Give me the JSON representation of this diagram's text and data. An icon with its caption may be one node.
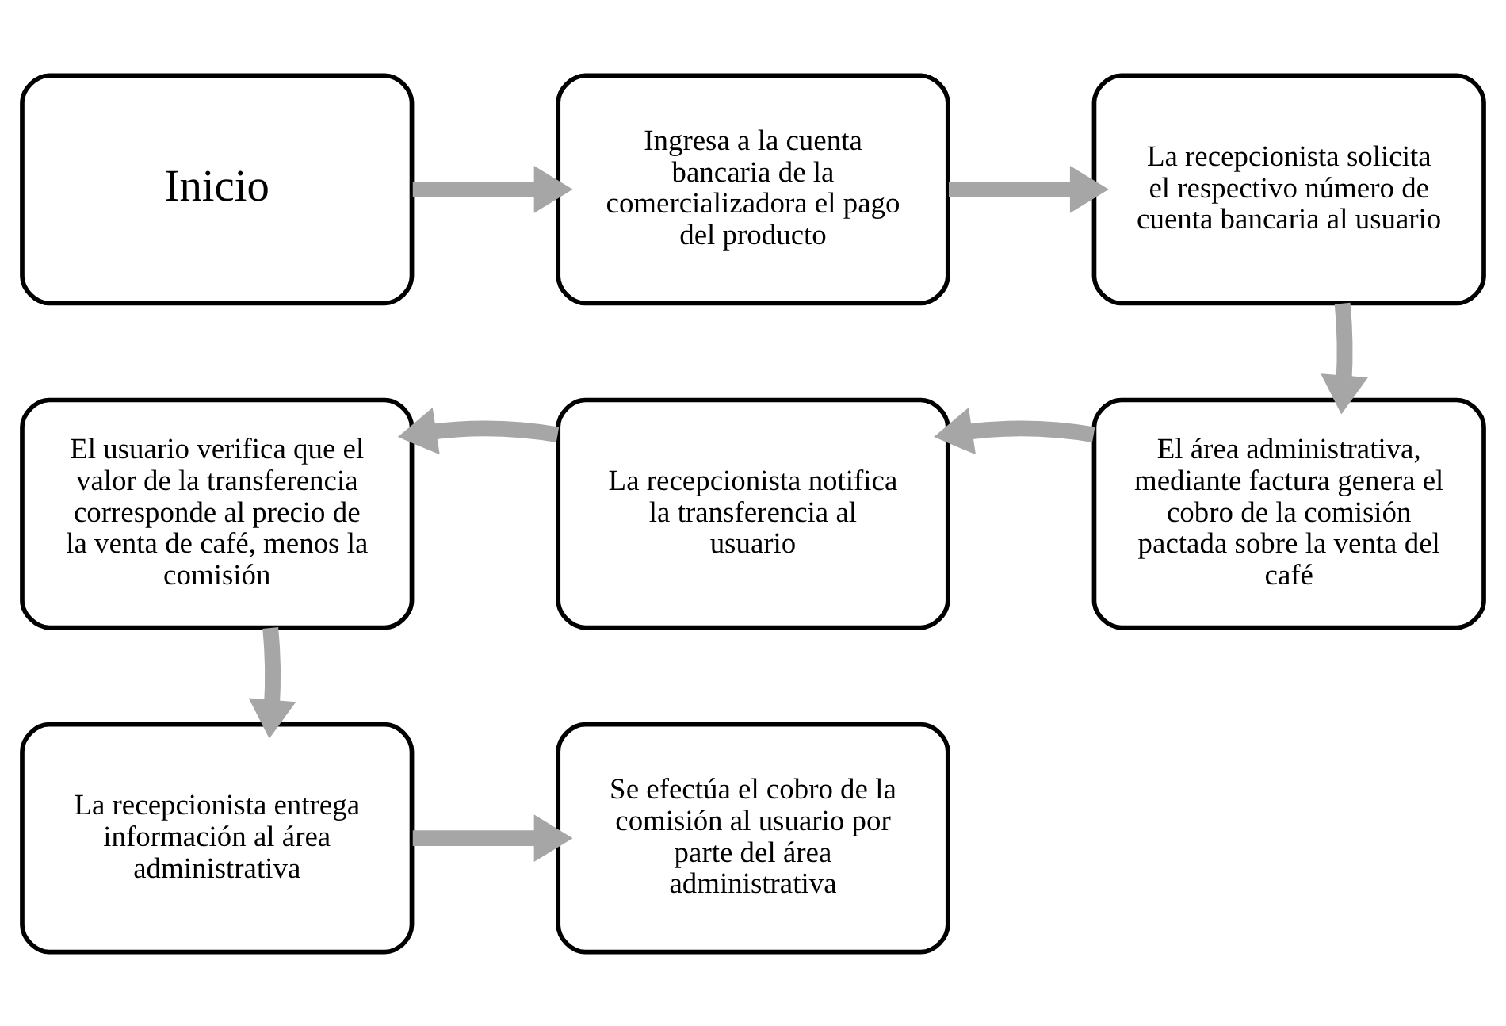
{
  "diagram": {
    "nodes": [
      {
        "text": [
          "Inicio"
        ]
      },
      {
        "text": [
          "Ingresa a la cuenta bancaria de la comercializadora el pago del producto"
        ]
      },
      {
        "text": [
          "La recepcionista solicita el respectivo número de cuenta bancaria al usuario"
        ]
      },
      {
        "text": [
          "El área administrativa, mediante factura genera el cobro de la comisión pactada sobre la venta del café"
        ]
      },
      {
        "text": [
          "La recepcionista notifica la transferencia al usuario"
        ]
      },
      {
        "text": [
          "El usuario verifica que el valor de la transferencia corresponde al precio de la venta de café, menos la comisión"
        ]
      },
      {
        "text": [
          "La recepcionista entrega información al área administrativa"
        ]
      },
      {
        "text": [
          "Se efectúa el cobro de la comisión al usuario por parte del área administrativa"
        ]
      }
    ],
    "edges": [
      {
        "from": 0,
        "to": 1,
        "arrow": "to"
      },
      {
        "from": 1,
        "to": 2,
        "arrow": "to"
      },
      {
        "from": 2,
        "to": 3,
        "arrow": "to"
      },
      {
        "from": 3,
        "to": 4,
        "arrow": "to"
      },
      {
        "from": 4,
        "to": 5,
        "arrow": "to"
      },
      {
        "from": 5,
        "to": 6,
        "arrow": "to"
      },
      {
        "from": 6,
        "to": 7,
        "arrow": "to"
      }
    ]
  }
}
